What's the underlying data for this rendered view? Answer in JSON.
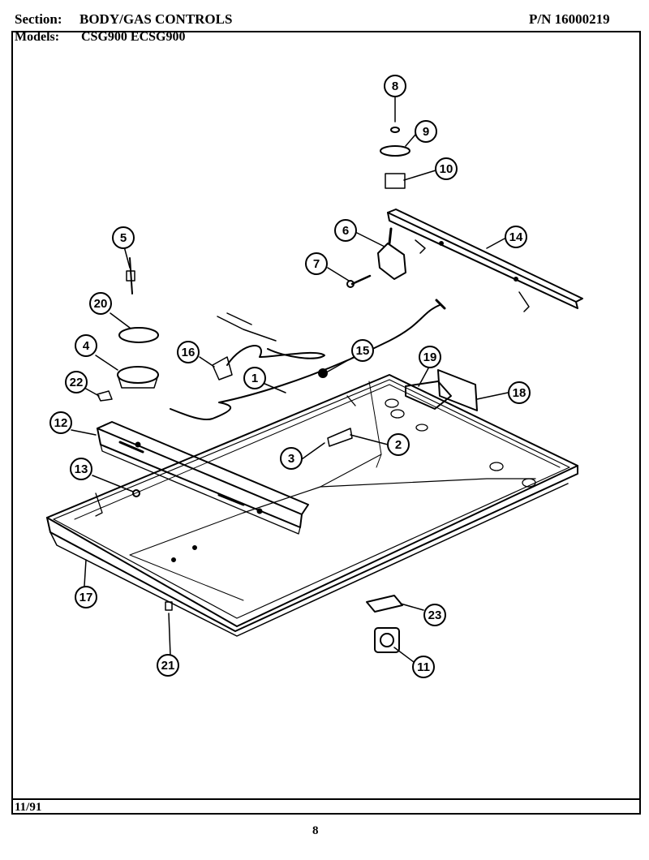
{
  "header": {
    "section_label": "Section:",
    "section_value": "BODY/GAS CONTROLS",
    "part_number": "P/N 16000219",
    "models_label": "Models:",
    "models_value": "CSG900  ECSG900"
  },
  "footer": {
    "date": "11/91",
    "page_number": "8"
  },
  "callouts": [
    {
      "id": "c8a",
      "label": "8"
    },
    {
      "id": "c9",
      "label": "9"
    },
    {
      "id": "c10",
      "label": "10"
    },
    {
      "id": "c6",
      "label": "6"
    },
    {
      "id": "c14",
      "label": "14"
    },
    {
      "id": "c7",
      "label": "7"
    },
    {
      "id": "c5",
      "label": "5"
    },
    {
      "id": "c20",
      "label": "20"
    },
    {
      "id": "c4",
      "label": "4"
    },
    {
      "id": "c16",
      "label": "16"
    },
    {
      "id": "c15",
      "label": "15"
    },
    {
      "id": "c19",
      "label": "19"
    },
    {
      "id": "c1",
      "label": "1"
    },
    {
      "id": "c18",
      "label": "18"
    },
    {
      "id": "c22",
      "label": "22"
    },
    {
      "id": "c12",
      "label": "12"
    },
    {
      "id": "c2",
      "label": "2"
    },
    {
      "id": "c3",
      "label": "3"
    },
    {
      "id": "c13",
      "label": "13"
    },
    {
      "id": "c17",
      "label": "17"
    },
    {
      "id": "c23",
      "label": "23"
    },
    {
      "id": "c21",
      "label": "21"
    },
    {
      "id": "c11",
      "label": "11"
    }
  ]
}
